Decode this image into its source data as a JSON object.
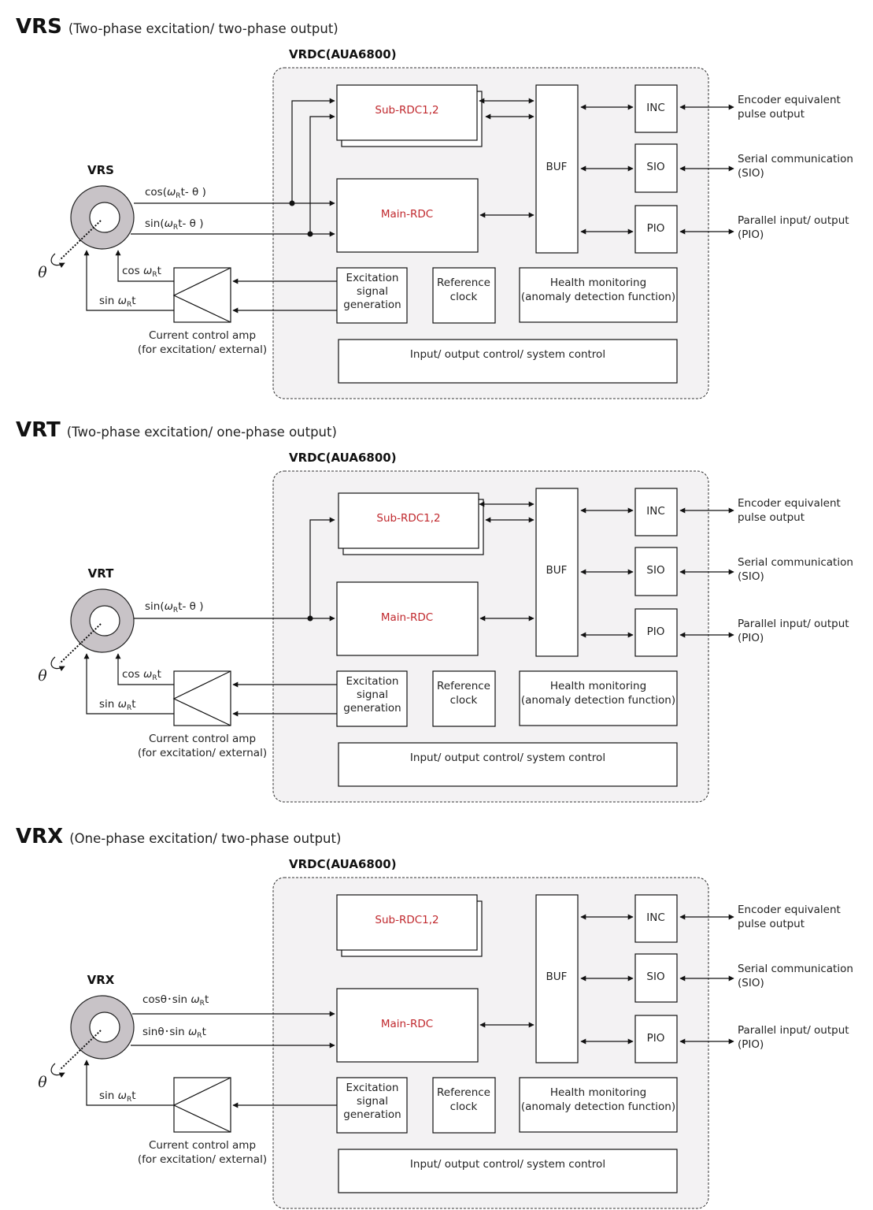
{
  "colors": {
    "accent_red": "#c0282d",
    "container_fill": "#f3f2f3",
    "resolver_ring": "#c8c3c7"
  },
  "sections": [
    {
      "id": "vrs",
      "heading": "VRS",
      "subheading": "(Two-phase excitation/ two-phase output)",
      "chip_label": "VRDC(AUA6800)",
      "resolver_label": "VRS",
      "theta": "θ",
      "outputs": [
        {
          "pre": "cos(",
          "omega": "ω",
          "sub": "R",
          "post": "t- θ )"
        },
        {
          "pre": "sin(",
          "omega": "ω",
          "sub": "R",
          "post": "t- θ )"
        }
      ],
      "excitations": [
        {
          "pre": "cos ",
          "omega": "ω",
          "sub": "R",
          "post": "t"
        },
        {
          "pre": "sin ",
          "omega": "ω",
          "sub": "R",
          "post": "t"
        }
      ]
    },
    {
      "id": "vrt",
      "heading": "VRT",
      "subheading": "(Two-phase excitation/ one-phase output)",
      "chip_label": "VRDC(AUA6800)",
      "resolver_label": "VRT",
      "theta": "θ",
      "outputs": [
        {
          "pre": "sin(",
          "omega": "ω",
          "sub": "R",
          "post": "t- θ )"
        }
      ],
      "excitations": [
        {
          "pre": "cos ",
          "omega": "ω",
          "sub": "R",
          "post": "t"
        },
        {
          "pre": "sin ",
          "omega": "ω",
          "sub": "R",
          "post": "t"
        }
      ]
    },
    {
      "id": "vrx",
      "heading": "VRX",
      "subheading": "(One-phase excitation/ two-phase output)",
      "chip_label": "VRDC(AUA6800)",
      "resolver_label": "VRX",
      "theta": "θ",
      "outputs": [
        {
          "pre": "cosθ･sin ",
          "omega": "ω",
          "sub": "R",
          "post": "t"
        },
        {
          "pre": "sinθ･sin ",
          "omega": "ω",
          "sub": "R",
          "post": "t"
        }
      ],
      "excitations": [
        {
          "pre": "sin ",
          "omega": "ω",
          "sub": "R",
          "post": "t"
        }
      ]
    }
  ],
  "blocks": {
    "sub_rdc": "Sub-RDC1,2",
    "main_rdc": "Main-RDC",
    "buf": "BUF",
    "inc": "INC",
    "sio": "SIO",
    "pio": "PIO",
    "excitation": [
      "Excitation",
      "signal",
      "generation"
    ],
    "reference_clock": [
      "Reference",
      "clock"
    ],
    "health": [
      "Health monitoring",
      "(anomaly detection function)"
    ],
    "io_control": "Input/ output control/ system control",
    "amp_caption": [
      "Current control amp",
      "(for excitation/ external)"
    ]
  },
  "external_outputs": {
    "inc": [
      "Encoder equivalent",
      "pulse output"
    ],
    "sio": [
      "Serial communication",
      "(SIO)"
    ],
    "pio": [
      "Parallel input/ output",
      "(PIO)"
    ]
  }
}
